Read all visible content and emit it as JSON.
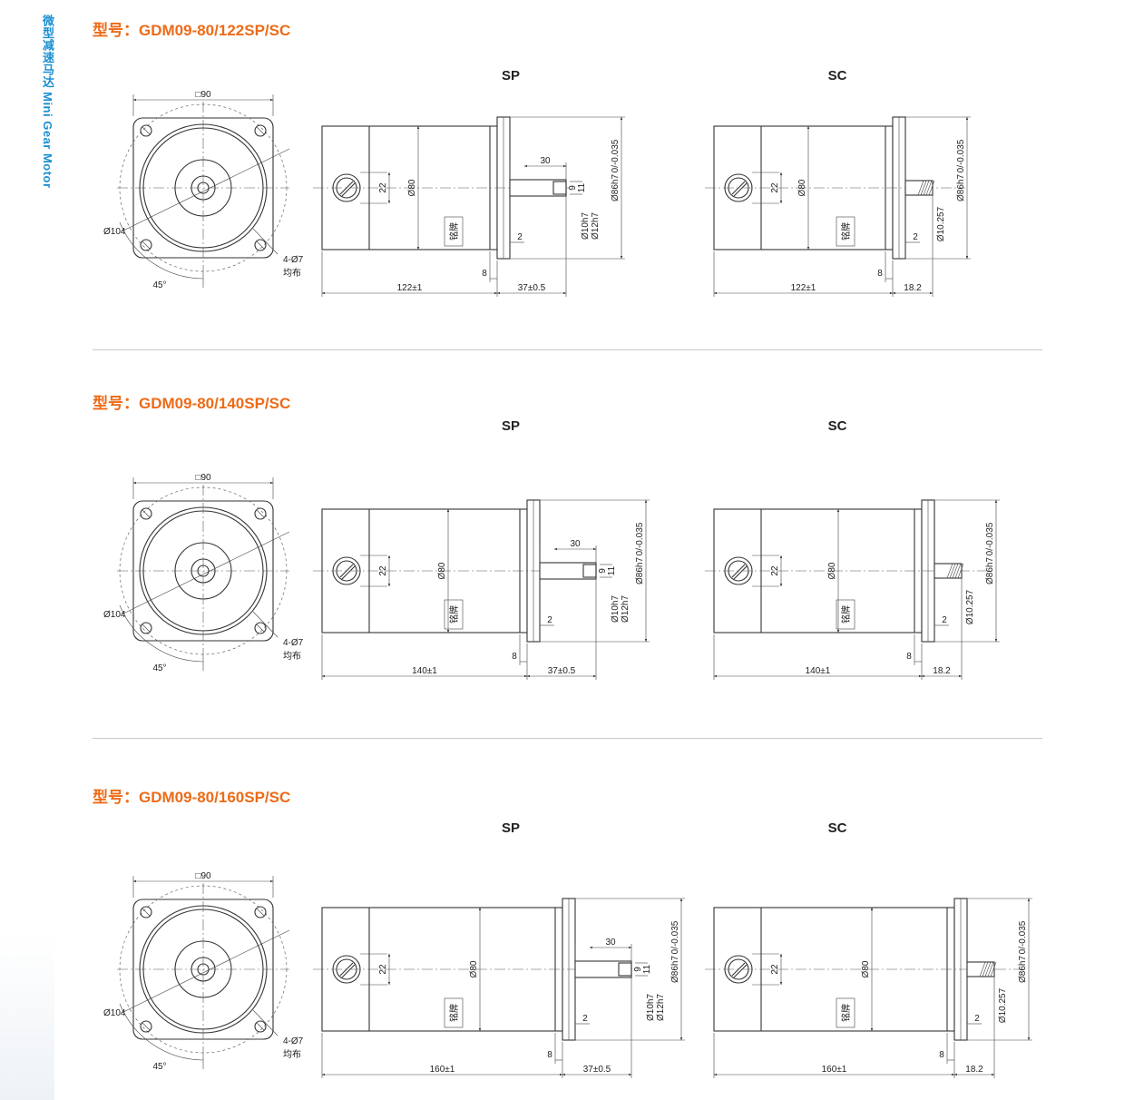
{
  "sidebar": {
    "title": "微型减速马达 Mini Gear Motor"
  },
  "colors": {
    "accent_orange": "#ec6b17",
    "accent_blue": "#1a8fd2",
    "line": "#333333"
  },
  "sections": [
    {
      "title": "型号：GDM09-80/122SP/SC",
      "front": {
        "square": "□90",
        "diameter": "Ø104",
        "holes": "4-Ø7",
        "holes_note": "均布",
        "angle": "45°"
      },
      "sp": {
        "label": "SP",
        "length": "122±1",
        "shaft_length": "37±0.5",
        "key_length": "30",
        "body_dia": "Ø80",
        "gap": "8",
        "flange": "2",
        "height": "22",
        "shaft_d1": "Ø10h7",
        "shaft_d2": "Ø12h7",
        "flange_d": "Ø86h7",
        "tol": "0/-0.035",
        "key_h1": "9",
        "key_h2": "11",
        "nameplate": "铭牌"
      },
      "sc": {
        "label": "SC",
        "length": "122±1",
        "shaft_length": "18.2",
        "body_dia": "Ø80",
        "gap": "8",
        "flange": "2",
        "height": "22",
        "shaft_d": "Ø10.257",
        "flange_d": "Ø86h7",
        "tol": "0/-0.035",
        "nameplate": "铭牌"
      }
    },
    {
      "title": "型号：GDM09-80/140SP/SC",
      "front": {
        "square": "□90",
        "diameter": "Ø104",
        "holes": "4-Ø7",
        "holes_note": "均布",
        "angle": "45°"
      },
      "sp": {
        "label": "SP",
        "length": "140±1",
        "shaft_length": "37±0.5",
        "key_length": "30",
        "body_dia": "Ø80",
        "gap": "8",
        "flange": "2",
        "height": "22",
        "shaft_d1": "Ø10h7",
        "shaft_d2": "Ø12h7",
        "flange_d": "Ø86h7",
        "tol": "0/-0.035",
        "key_h1": "9",
        "key_h2": "11",
        "nameplate": "铭牌"
      },
      "sc": {
        "label": "SC",
        "length": "140±1",
        "shaft_length": "18.2",
        "body_dia": "Ø80",
        "gap": "8",
        "flange": "2",
        "height": "22",
        "shaft_d": "Ø10.257",
        "flange_d": "Ø86h7",
        "tol": "0/-0.035",
        "nameplate": "铭牌"
      }
    },
    {
      "title": "型号：GDM09-80/160SP/SC",
      "front": {
        "square": "□90",
        "diameter": "Ø104",
        "holes": "4-Ø7",
        "holes_note": "均布",
        "angle": "45°"
      },
      "sp": {
        "label": "SP",
        "length": "160±1",
        "shaft_length": "37±0.5",
        "key_length": "30",
        "body_dia": "Ø80",
        "gap": "8",
        "flange": "2",
        "height": "22",
        "shaft_d1": "Ø10h7",
        "shaft_d2": "Ø12h7",
        "flange_d": "Ø86h7",
        "tol": "0/-0.035",
        "key_h1": "9",
        "key_h2": "11",
        "nameplate": "铭牌"
      },
      "sc": {
        "label": "SC",
        "length": "160±1",
        "shaft_length": "18.2",
        "body_dia": "Ø80",
        "gap": "8",
        "flange": "2",
        "height": "22",
        "shaft_d": "Ø10.257",
        "flange_d": "Ø86h7",
        "tol": "0/-0.035",
        "nameplate": "铭牌"
      }
    }
  ]
}
